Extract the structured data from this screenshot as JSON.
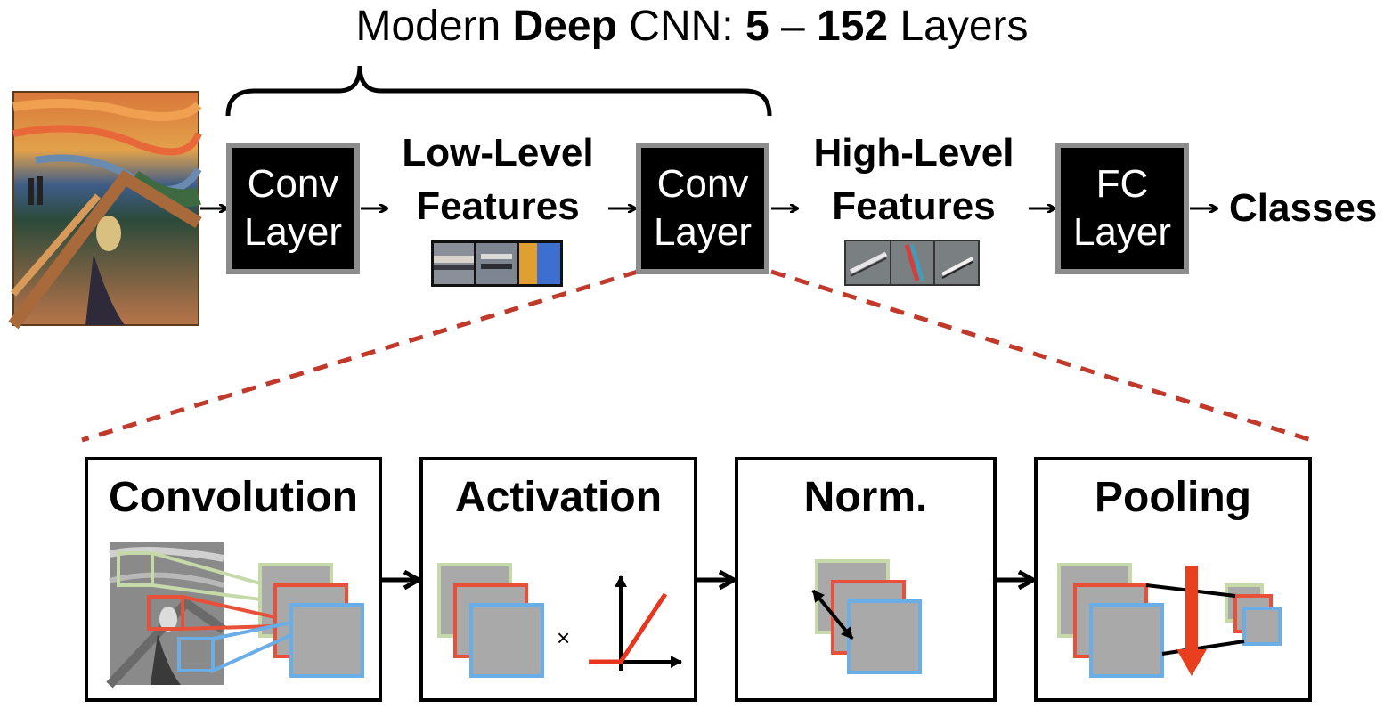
{
  "title": {
    "part1": "Modern ",
    "part2": "Deep",
    "part3": " CNN: ",
    "part4": "5",
    "part5": " – ",
    "part6": "152",
    "part7": " Layers"
  },
  "pipeline": {
    "conv_layer_1": {
      "line1": "Conv",
      "line2": "Layer"
    },
    "low_level": {
      "line1": "Low-Level",
      "line2": "Features"
    },
    "conv_layer_2": {
      "line1": "Conv",
      "line2": "Layer"
    },
    "high_level": {
      "line1": "High-Level",
      "line2": "Features"
    },
    "fc_layer": {
      "line1": "FC",
      "line2": "Layer"
    },
    "classes": "Classes"
  },
  "stages": [
    {
      "title": "Convolution"
    },
    {
      "title": "Activation",
      "operator": "×"
    },
    {
      "title": "Norm."
    },
    {
      "title": "Pooling"
    }
  ],
  "colors": {
    "layer_box_fill": "#000000",
    "layer_box_border": "#8c8c8c",
    "zoom_dashes": "#c0392b",
    "map_green": "#c6d9a8",
    "map_red": "#e8503a",
    "map_blue": "#6aaee8",
    "map_fill": "#a9a9a9",
    "relu_line": "#e8351e",
    "pool_arrow": "#e8401e"
  },
  "icons": [
    "scream-painting-thumbnail",
    "right-arrow-icon",
    "curly-brace-icon",
    "relu-graph-icon",
    "down-arrow-icon",
    "double-arrow-icon"
  ]
}
